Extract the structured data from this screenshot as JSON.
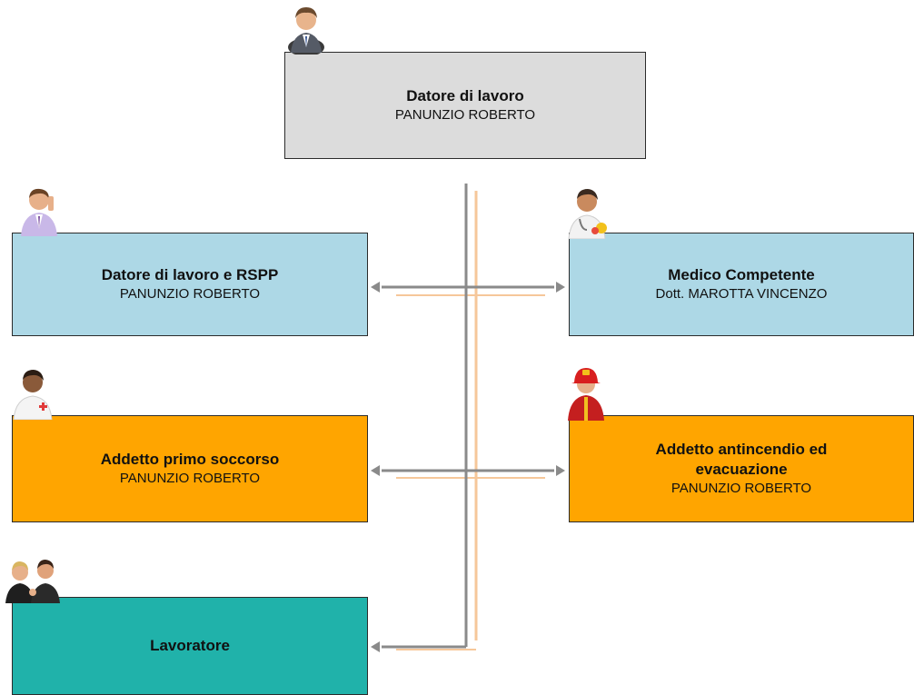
{
  "colors": {
    "top": "#dcdcdc",
    "blue": "#add8e6",
    "orange": "#ffa500",
    "teal": "#20b2aa",
    "connector": "#8a8a8a",
    "connector_shadow": "#f6c79a"
  },
  "boxes": {
    "datore": {
      "title": "Datore di lavoro",
      "person": "PANUNZIO ROBERTO",
      "icon": "businessman-icon"
    },
    "rspp": {
      "title": "Datore di lavoro e RSPP",
      "person": "PANUNZIO ROBERTO",
      "icon": "man-on-phone-icon"
    },
    "medico": {
      "title": "Medico Competente",
      "person": "Dott. MAROTTA VINCENZO",
      "icon": "doctor-icon"
    },
    "primo_soccorso": {
      "title": "Addetto primo soccorso",
      "person": "PANUNZIO ROBERTO",
      "icon": "medic-icon"
    },
    "antincendio": {
      "title": "Addetto antincendio ed evacuazione",
      "person": "PANUNZIO ROBERTO",
      "icon": "firefighter-icon"
    },
    "lavoratore": {
      "title": "Lavoratore",
      "icon": "workers-group-icon"
    }
  }
}
